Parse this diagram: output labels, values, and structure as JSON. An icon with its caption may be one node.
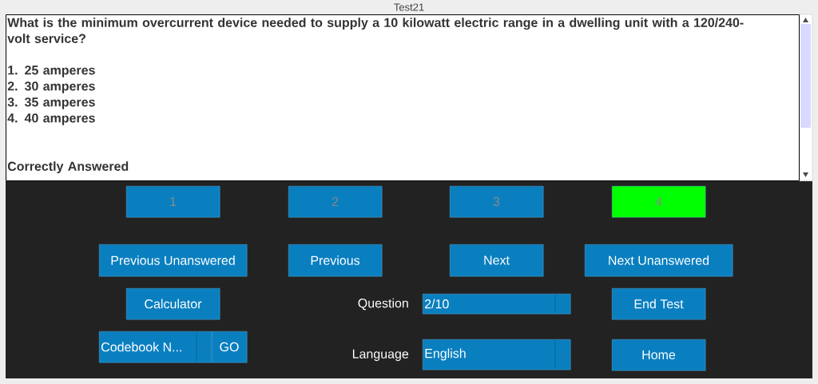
{
  "diagram": {
    "title": "Test21",
    "nodes": [
      {
        "text": [
          "What is the minimum overcurrent device needed to supply a 10 kilowatt electric range in a dwelling unit with a 120/240-volt service?",
          "1.  25 amperes",
          "2.  30 amperes",
          "3.  35 amperes",
          "4.  40 amperes",
          "Correctly Answered"
        ]
      },
      {
        "text": [
          "1"
        ]
      },
      {
        "text": [
          "2"
        ]
      },
      {
        "text": [
          "3"
        ]
      },
      {
        "text": [
          "4"
        ]
      },
      {
        "text": [
          "Previous Unanswered"
        ]
      },
      {
        "text": [
          "Previous"
        ]
      },
      {
        "text": [
          "Next"
        ]
      },
      {
        "text": [
          "Next Unanswered"
        ]
      },
      {
        "text": [
          "Calculator"
        ]
      },
      {
        "text": [
          "2/10"
        ]
      },
      {
        "text": [
          "End Test"
        ]
      },
      {
        "text": [
          "Codebook N..."
        ]
      },
      {
        "text": [
          "GO"
        ]
      },
      {
        "text": [
          "English"
        ]
      },
      {
        "text": [
          "Home"
        ]
      }
    ],
    "labels": [
      "Question",
      "Language"
    ]
  }
}
